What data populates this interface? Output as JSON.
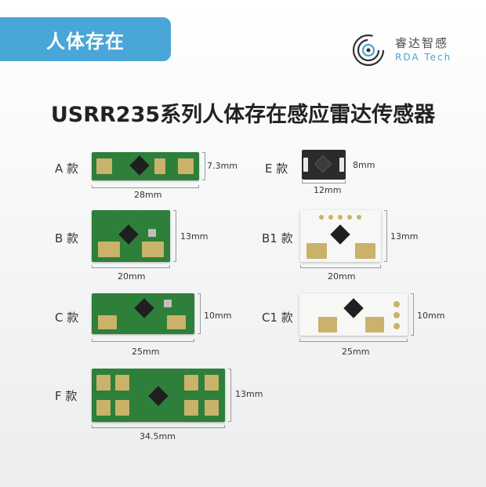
{
  "header": {
    "tag": "人体存在",
    "brand_cn": "睿达智感",
    "brand_en": "RDA Tech"
  },
  "title": "USRR235系列人体存在感应雷达传感器",
  "modules": {
    "A": {
      "label": "A 款",
      "length": "28mm",
      "width": "7.3mm"
    },
    "E": {
      "label": "E 款",
      "length": "12mm",
      "width": "8mm"
    },
    "B": {
      "label": "B 款",
      "length": "20mm",
      "width": "13mm"
    },
    "B1": {
      "label": "B1 款",
      "length": "20mm",
      "width": "13mm"
    },
    "C": {
      "label": "C 款",
      "length": "25mm",
      "width": "10mm"
    },
    "C1": {
      "label": "C1 款",
      "length": "25mm",
      "width": "10mm"
    },
    "F": {
      "label": "F 款",
      "length": "34.5mm",
      "width": "13mm"
    }
  },
  "colors": {
    "tag_bg": "#4aa6d6",
    "pcb_green": "#2e7f3a",
    "pad_gold": "#c9b26a"
  }
}
